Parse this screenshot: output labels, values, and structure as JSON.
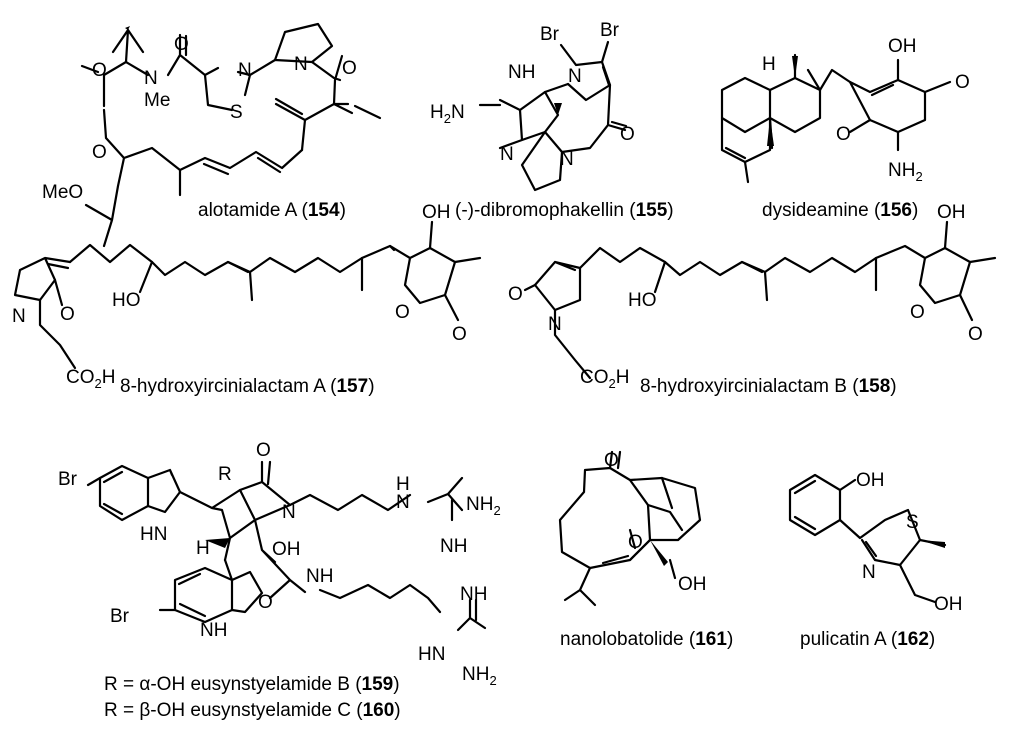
{
  "compounds": [
    {
      "id": "154",
      "name": "alotamide A"
    },
    {
      "id": "155",
      "name": "(-)-dibromophakellin"
    },
    {
      "id": "156",
      "name": "dysideamine"
    },
    {
      "id": "157",
      "name": "8-hydroxyircinialactam A"
    },
    {
      "id": "158",
      "name": "8-hydroxyircinialactam B"
    },
    {
      "id": "159",
      "name": "eusynstyelamide B",
      "r_prefix": "R = ",
      "r_group": "α-OH"
    },
    {
      "id": "160",
      "name": "eusynstyelamide C",
      "r_prefix": "R = ",
      "r_group": "β-OH"
    },
    {
      "id": "161",
      "name": "nanolobatolide"
    },
    {
      "id": "162",
      "name": "pulicatin A"
    }
  ],
  "atoms": {
    "O": "O",
    "N": "N",
    "S": "S",
    "H": "H",
    "R": "R",
    "Br": "Br",
    "Me": "Me",
    "MeO": "MeO",
    "NH": "NH",
    "HN": "HN",
    "HO": "HO",
    "OH": "OH",
    "H2N_main": "H",
    "H2N_sub": "2",
    "H2N_tail": "N",
    "NH2_main": "NH",
    "NH2_sub": "2",
    "CO2H_a": "CO",
    "CO2H_sub": "2",
    "CO2H_b": "H",
    "paren_open": " (",
    "paren_close": ")"
  }
}
